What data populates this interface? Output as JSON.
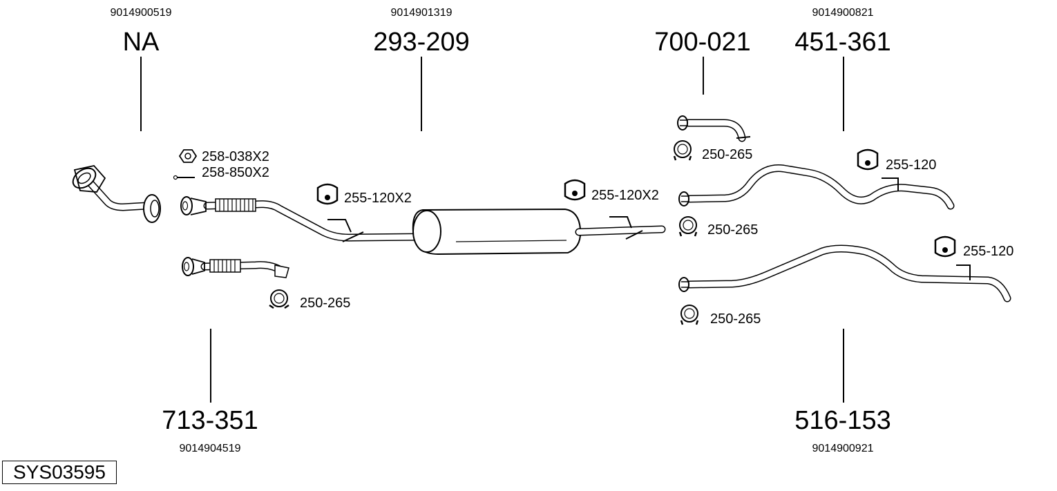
{
  "parts": [
    {
      "ref": "NA",
      "oem": "9014900519"
    },
    {
      "ref": "293-209",
      "oem": "9014901319"
    },
    {
      "ref": "700-021",
      "oem": ""
    },
    {
      "ref": "451-361",
      "oem": "9014900821"
    },
    {
      "ref": "713-351",
      "oem": "9014904519"
    },
    {
      "ref": "516-153",
      "oem": "9014900921"
    }
  ],
  "accessories": {
    "nut": "258-038X2",
    "bolt": "258-850X2",
    "hanger_left": "255-120X2",
    "hanger_mid": "255-120X2",
    "hanger_tail_upper": "255-120",
    "hanger_tail_lower": "255-120",
    "clamp_lower_left": "250-265",
    "clamp_top_right": "250-265",
    "clamp_mid_right": "250-265",
    "clamp_bottom_right": "250-265"
  },
  "system_code": "SYS03595"
}
